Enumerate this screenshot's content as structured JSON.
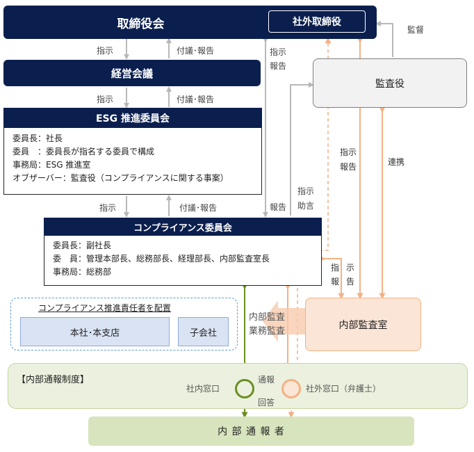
{
  "board": {
    "title": "取締役会",
    "outside_directors": "社外取締役"
  },
  "management": {
    "title": "経営会議"
  },
  "esg": {
    "title": "ESG 推進委員会",
    "lines": [
      "委員長：社長",
      "委員　：委員長が指名する委員で構成",
      "事務局：ESG 推進室",
      "オブザーバー：監査役（コンプライアンスに関する事案）"
    ]
  },
  "compliance": {
    "title": "コンプライアンス委員会",
    "lines": [
      "委員長：副社長",
      "委　員：管理本部長、総務部長、経理部長、内部監査室長",
      "事務局：総務部"
    ]
  },
  "promoters": {
    "title": "コンプライアンス推進責任者を配置",
    "head_office": "本社･本支店",
    "subsidiaries": "子会社"
  },
  "auditors": {
    "title": "監査役"
  },
  "internal_audit": {
    "title": "内部監査室"
  },
  "whistleblowing": {
    "title": "【内部通報制度】",
    "internal_window": "社内窓口",
    "external_window": "社外窓口（弁護士）",
    "report": "通報",
    "reply": "回答"
  },
  "reporters": {
    "title": "内 部 通 報 者"
  },
  "labels": {
    "instruct": "指示",
    "propose_report": "付議･報告",
    "instruct2": "指示",
    "report2": "報告",
    "supervise": "監督",
    "report": "報告",
    "advice1": "指示",
    "advice2": "助言",
    "coop": "連携",
    "ia_instruct_v": "指示",
    "ia_report_v": "報告",
    "shiji_a": "指",
    "shiji_b": "示",
    "hokoku_a": "報",
    "hokoku_b": "告",
    "internal_audit_arrow_1": "内部監査",
    "internal_audit_arrow_2": "業務監査"
  },
  "colors": {
    "navy": "#0b1f4e",
    "gray_arrow": "#b8b8b8",
    "orange": "#f4b183",
    "green": "#6b8e23"
  }
}
